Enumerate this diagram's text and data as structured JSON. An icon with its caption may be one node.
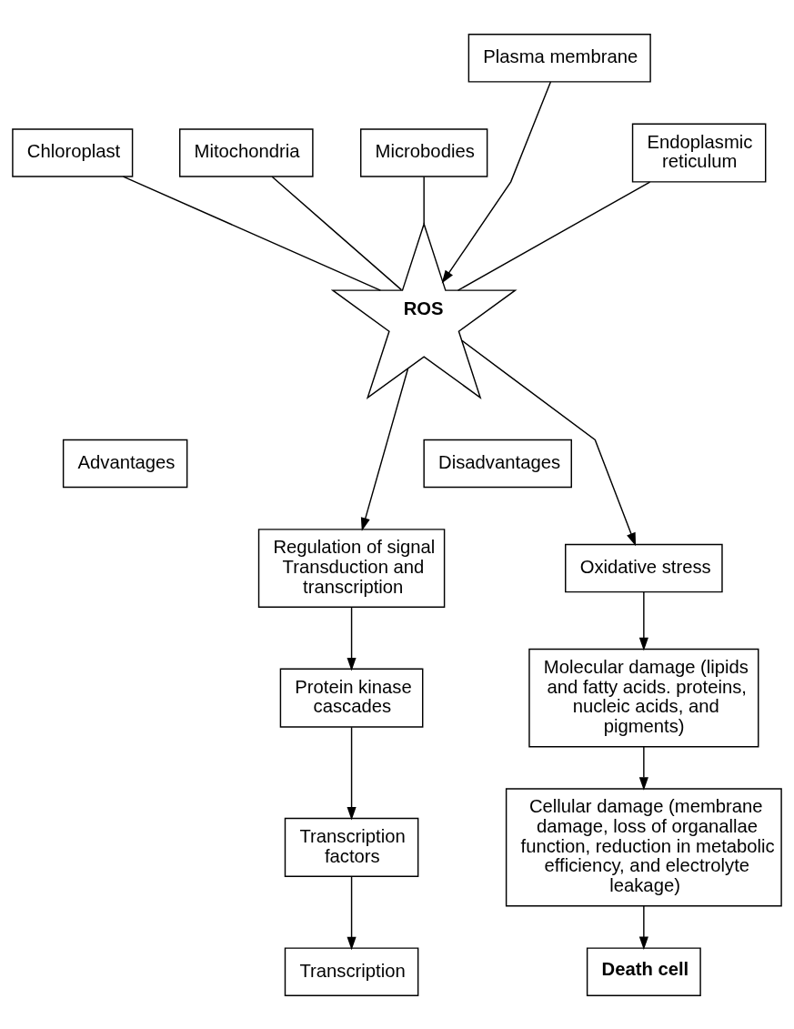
{
  "diagram": {
    "nodes": [
      {
        "text": [
          "Plasma membrane"
        ]
      },
      {
        "text": [
          "Chloroplast"
        ]
      },
      {
        "text": [
          "Microbodies"
        ]
      },
      {
        "text": [
          "Mitochondria"
        ]
      },
      {
        "text": [
          "ROS"
        ]
      },
      {
        "text": [
          "Endoplasmic reticulum"
        ]
      },
      {
        "text": [
          "Advantages"
        ]
      },
      {
        "text": [
          "Disadvantages"
        ]
      },
      {
        "text": [
          "Regulation of signal Transduction and transcription"
        ]
      },
      {
        "text": [
          "Oxidative stress"
        ]
      },
      {
        "text": [
          "Protein kinase cascades"
        ]
      },
      {
        "text": [
          "Molecular damage (lipids and fatty acids. proteins, nucleic acids, and pigments)"
        ]
      },
      {
        "text": [
          "Transcription factors"
        ]
      },
      {
        "text": [
          "Cellular damage (membrane damage, loss of organallae function, reduction in metabolic efficiency, and electrolyte leakage)"
        ]
      },
      {
        "text": [
          "Transcription"
        ]
      },
      {
        "text": [
          "Death cell"
        ]
      }
    ],
    "edges": [
      {
        "from": 0,
        "to": 4,
        "arrow": "to"
      },
      {
        "from": 1,
        "to": 4,
        "arrow": "none"
      },
      {
        "from": 2,
        "to": 4,
        "arrow": "none"
      },
      {
        "from": 3,
        "to": 4,
        "arrow": "none"
      },
      {
        "from": 5,
        "to": 4,
        "arrow": "none"
      },
      {
        "from": 4,
        "to": 8,
        "arrow": "to"
      },
      {
        "from": 4,
        "to": 9,
        "arrow": "to"
      },
      {
        "from": 8,
        "to": 10,
        "arrow": "to"
      },
      {
        "from": 10,
        "to": 12,
        "arrow": "to"
      },
      {
        "from": 12,
        "to": 14,
        "arrow": "to"
      },
      {
        "from": 9,
        "to": 11,
        "arrow": "to"
      },
      {
        "from": 11,
        "to": 13,
        "arrow": "to"
      },
      {
        "from": 13,
        "to": 15,
        "arrow": "to"
      }
    ]
  }
}
